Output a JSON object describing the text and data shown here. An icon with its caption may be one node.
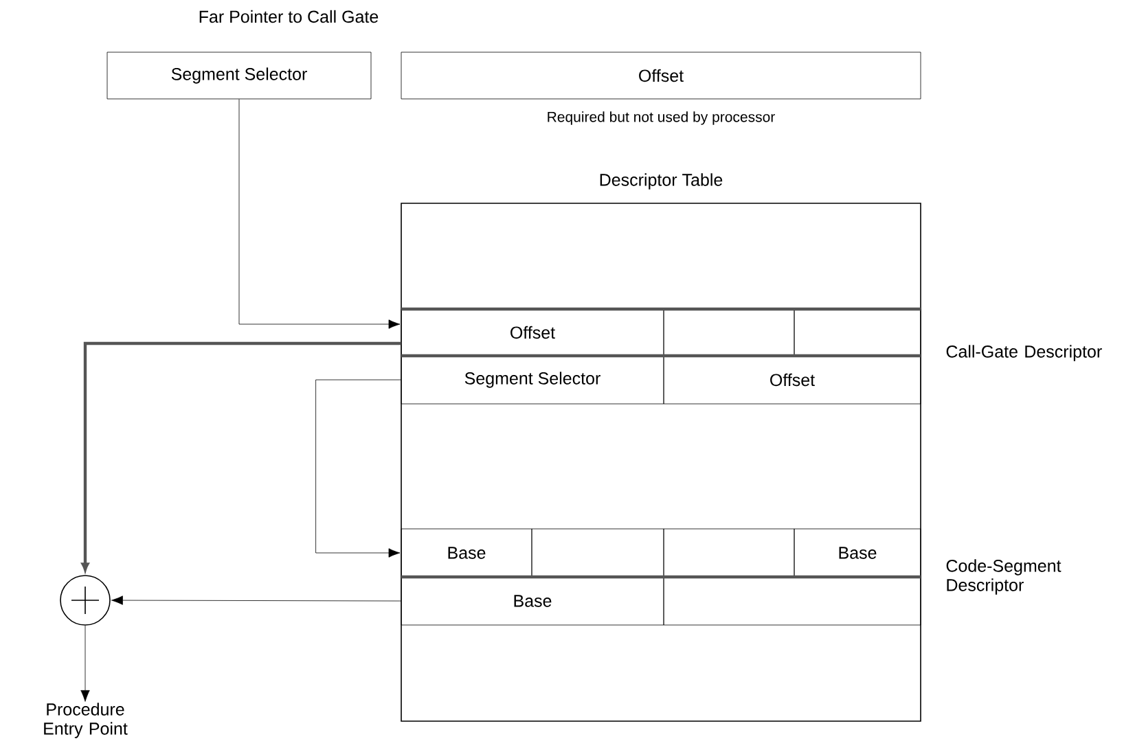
{
  "diagram": {
    "title": "Far Pointer to Call Gate",
    "nodes": [
      {
        "text": [
          "Segment Selector"
        ]
      },
      {
        "text": [
          "Offset"
        ],
        "beside": [
          "Required but not used by processor"
        ]
      },
      {
        "text": [
          "Descriptor Table"
        ]
      },
      {
        "text": [
          "Offset"
        ],
        "in": 2
      },
      {
        "text": [],
        "shape": "box",
        "in": 2
      },
      {
        "text": [],
        "shape": "box",
        "in": 2
      },
      {
        "text": [
          "Segment Selector"
        ],
        "in": 2
      },
      {
        "text": [
          "Offset"
        ],
        "in": 2
      },
      {
        "text": [
          "Base"
        ],
        "in": 2
      },
      {
        "text": [],
        "shape": "box",
        "in": 2
      },
      {
        "text": [],
        "shape": "box",
        "in": 2
      },
      {
        "text": [
          "Base"
        ],
        "in": 2
      },
      {
        "text": [
          "Base"
        ],
        "in": 2
      },
      {
        "text": [],
        "shape": "box",
        "in": 2
      },
      {
        "text": [],
        "shape": "circle"
      },
      {
        "text": [
          "Procedure Entry Point"
        ]
      }
    ],
    "edges": [
      {
        "from": 0,
        "to": 3,
        "arrow": "to"
      },
      {
        "from": 6,
        "to": 8,
        "arrow": "to"
      },
      {
        "from": 3,
        "to": 14,
        "arrow": "to",
        "style": "thick",
        "color": "#555555"
      },
      {
        "from": 12,
        "to": 14,
        "arrow": "to"
      },
      {
        "from": 14,
        "to": 15,
        "arrow": "to"
      }
    ],
    "labels": [
      "Call-Gate Descriptor",
      "Code-Segment Descriptor"
    ]
  }
}
